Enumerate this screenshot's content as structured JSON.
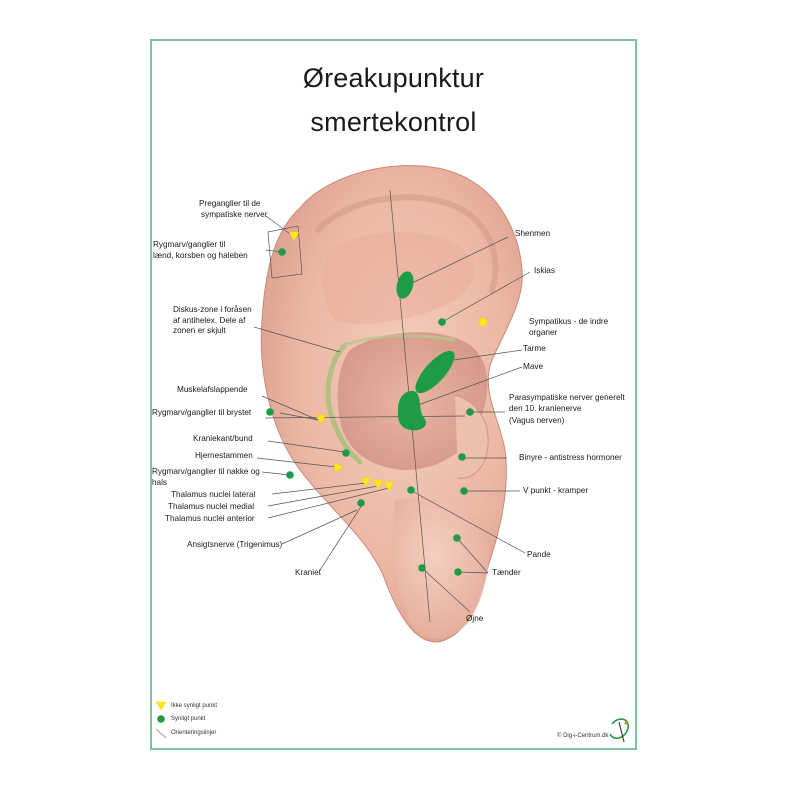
{
  "title_line1": "Øreakupunktur",
  "title_line2": "smertekontrol",
  "labels": {
    "preganglier": [
      "Preganglier til de",
      "sympatiske nerver"
    ],
    "rygmarv_laend": [
      "Rygmarv/ganglier til",
      "lænd, korsben og haleben"
    ],
    "diskus": [
      "Diskus-zone i foråsen",
      "af antihelex. Dele af",
      "zonen er skjult"
    ],
    "muskelafslappende": "Muskelafslappende",
    "rygmarv_bryst": "Rygmarv/ganglier til brystet",
    "kraniekant": "Kraniekant/bund",
    "hjernestammen": "Hjernestammen",
    "rygmarv_nakke": [
      "Rygmarv/ganglier til nakke og",
      "hals"
    ],
    "thalamus_lateral": "Thalamus nuclei lateral",
    "thalamus_medial": "Thalamus nuclei medial",
    "thalamus_anterior": "Thalamus nuclei anterior",
    "ansigtsnerve": "Ansigtsnerve (Trigenimus)",
    "kraniet": "Kraniet",
    "shenmen": "Shenmen",
    "iskias": "Iskias",
    "sympatikus": [
      "Sympatikus - de indre",
      "organer"
    ],
    "tarme": "Tarme",
    "mave": "Mave",
    "parasympatiske": [
      "Parasympatiske nerver generelt",
      "den 10. kranienerve",
      "(Vagus nerven)"
    ],
    "binyre": "Binyre - antistress hormoner",
    "v_punkt": "V punkt - kramper",
    "pande": "Pande",
    "taender": "Tænder",
    "ojne": "Øjne"
  },
  "legend": {
    "hidden_point": "Ikke synligt punkt",
    "visible_point": "Synligt punkt",
    "orientation_lines": "Orienteringslinjer"
  },
  "copyright": "© Dig-i-Centrum.dk",
  "colors": {
    "visible_point": "#1e9b46",
    "hidden_point": "#ffe81a",
    "frame": "#7cc29a",
    "ear_skin": "#eab6a2"
  }
}
